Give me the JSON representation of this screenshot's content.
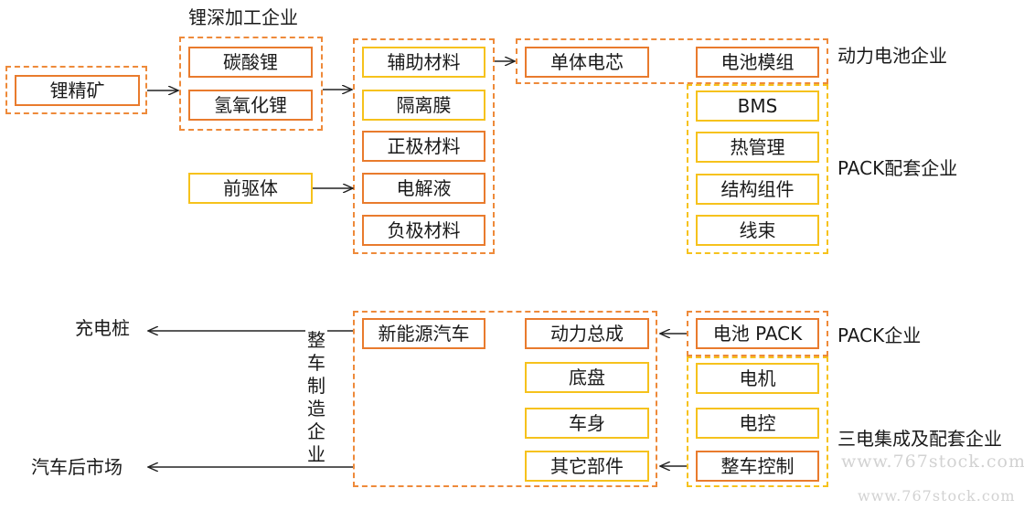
{
  "top": {
    "lithium_processing_label": "锂深加工企业",
    "ore": "锂精矿",
    "lithium_carbonate": "碳酸锂",
    "lithium_hydroxide": "氢氧化锂",
    "precursor": "前驱体",
    "materials": [
      "辅助材料",
      "隔离膜",
      "正极材料",
      "电解液",
      "负极材料"
    ],
    "cell": "单体电芯",
    "module": "电池模组",
    "power_battery_label": "动力电池企业",
    "pack_parts": [
      "BMS",
      "热管理",
      "结构组件",
      "线束"
    ],
    "pack_support_label": "PACK配套企业"
  },
  "bottom": {
    "charging_pile": "充电桩",
    "aftermarket": "汽车后市场",
    "vehicle_maker_label": "整车制造企业",
    "nev": "新能源汽车",
    "vehicle_parts": [
      "动力总成",
      "底盘",
      "车身",
      "其它部件"
    ],
    "battery_pack": "电池 PACK",
    "pack_company_label": "PACK企业",
    "e_parts": [
      "电机",
      "电控",
      "整车控制"
    ],
    "three_e_label": "三电集成及配套企业"
  },
  "watermark": {
    "line1": "www.767stock.com",
    "line2": "www.767stock.com"
  },
  "colors": {
    "orange_dash": "#ee8a3a",
    "orange_box": "#e97b2d",
    "yellow": "#f6c21c"
  }
}
